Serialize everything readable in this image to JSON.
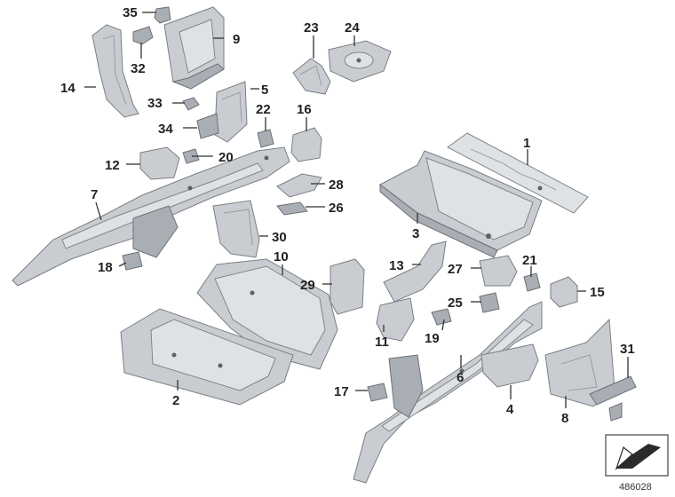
{
  "diagram": {
    "labels": [
      "1",
      "2",
      "3",
      "4",
      "5",
      "6",
      "7",
      "8",
      "9",
      "10",
      "11",
      "12",
      "13",
      "14",
      "15",
      "16",
      "17",
      "18",
      "19",
      "20",
      "21",
      "22",
      "23",
      "24",
      "25",
      "26",
      "27",
      "28",
      "29",
      "30",
      "31",
      "32",
      "33",
      "34",
      "35"
    ],
    "reference_number": "486028",
    "icon": "wedge-arrow-icon"
  }
}
